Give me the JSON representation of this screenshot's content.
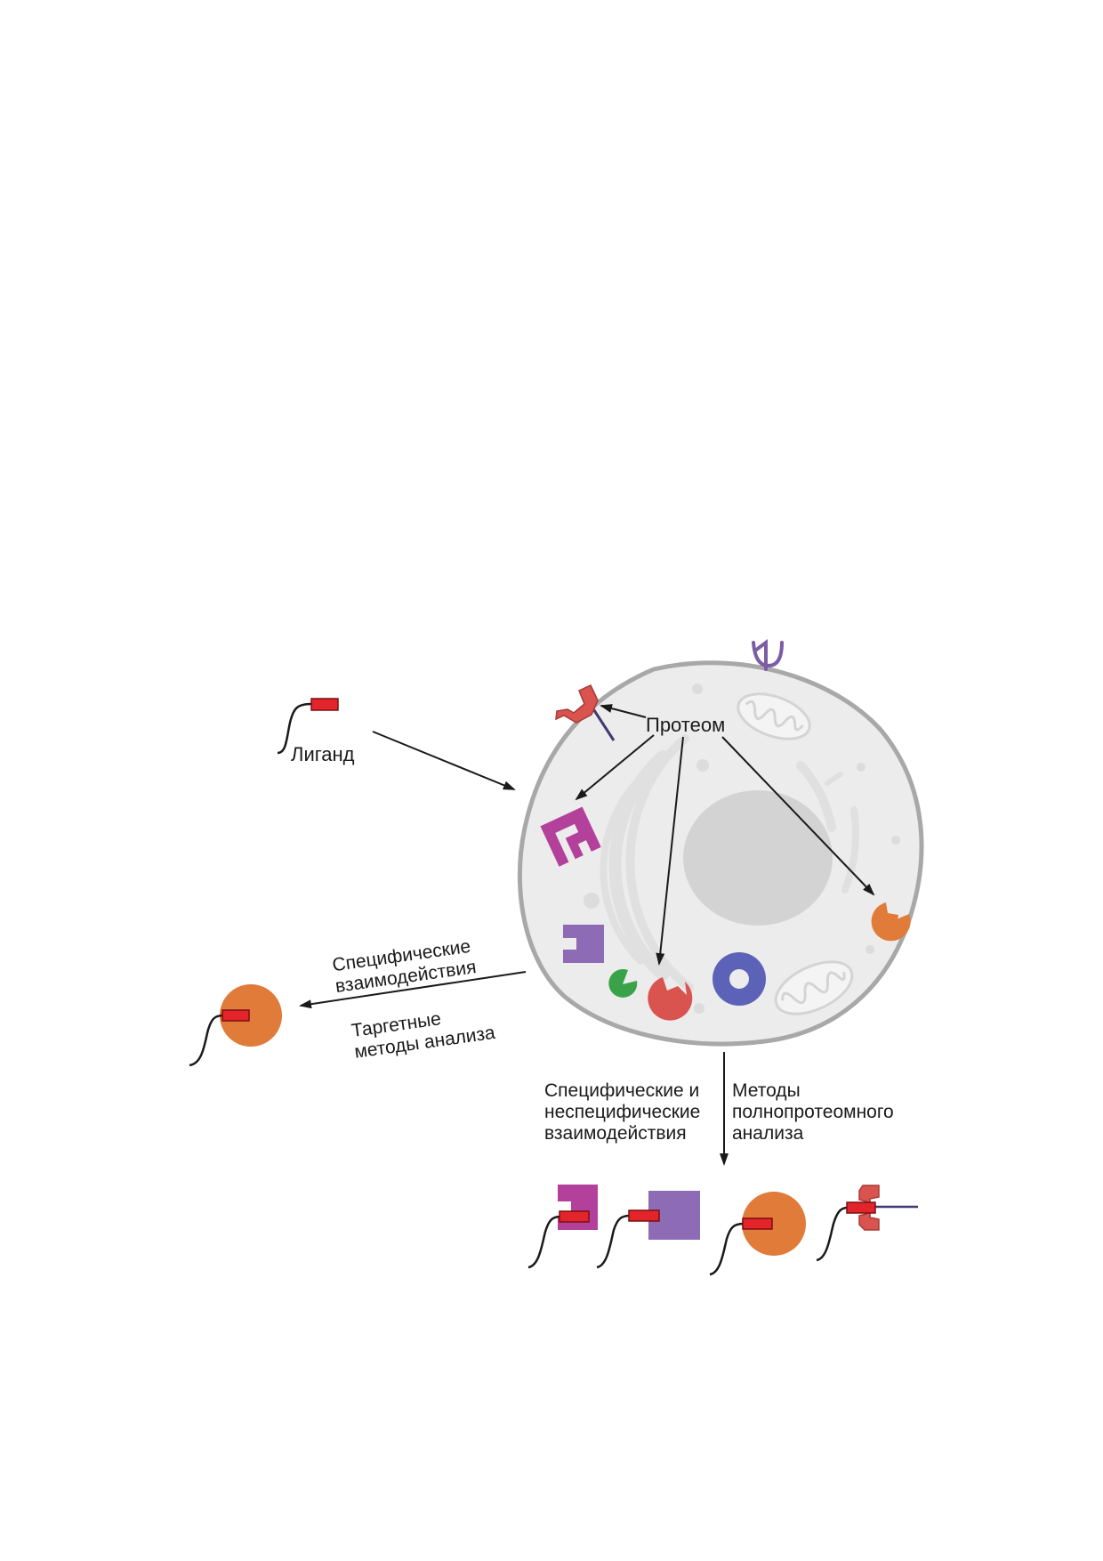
{
  "labels": {
    "ligand": "Лиганд",
    "proteome": "Протеом",
    "targeted_line1": "Специфические",
    "targeted_line2": "взаимодействия",
    "targeted_line3": "Таргетные",
    "targeted_line4": "методы анализа",
    "proteome_wide_left_line1": "Специфические и",
    "proteome_wide_left_line2": "неспецифические",
    "proteome_wide_left_line3": "взаимодействия",
    "proteome_wide_right_line1": "Методы",
    "proteome_wide_right_line2": "полнопротеомного",
    "proteome_wide_right_line3": "анализа"
  },
  "colors": {
    "cell_fill": "#ececec",
    "cell_stroke": "#a8a8a8",
    "nucleus": "#d3d3d3",
    "ligand_tag": "#e3242b",
    "magenta_protein": "#b3409a",
    "purple_protein": "#8e6bb5",
    "orange_protein": "#e07b39",
    "red_protein": "#d9534f",
    "green_protein": "#3aa34a",
    "blue_ring": "#5b62b8",
    "receptor_purple": "#7d5ca6",
    "arrow": "#1a1a1a"
  },
  "icons": [
    "ligand-icon",
    "cell-icon",
    "nucleus-icon",
    "mitochondrion-icon",
    "receptor-icon",
    "protein-icon",
    "arrow-icon"
  ]
}
